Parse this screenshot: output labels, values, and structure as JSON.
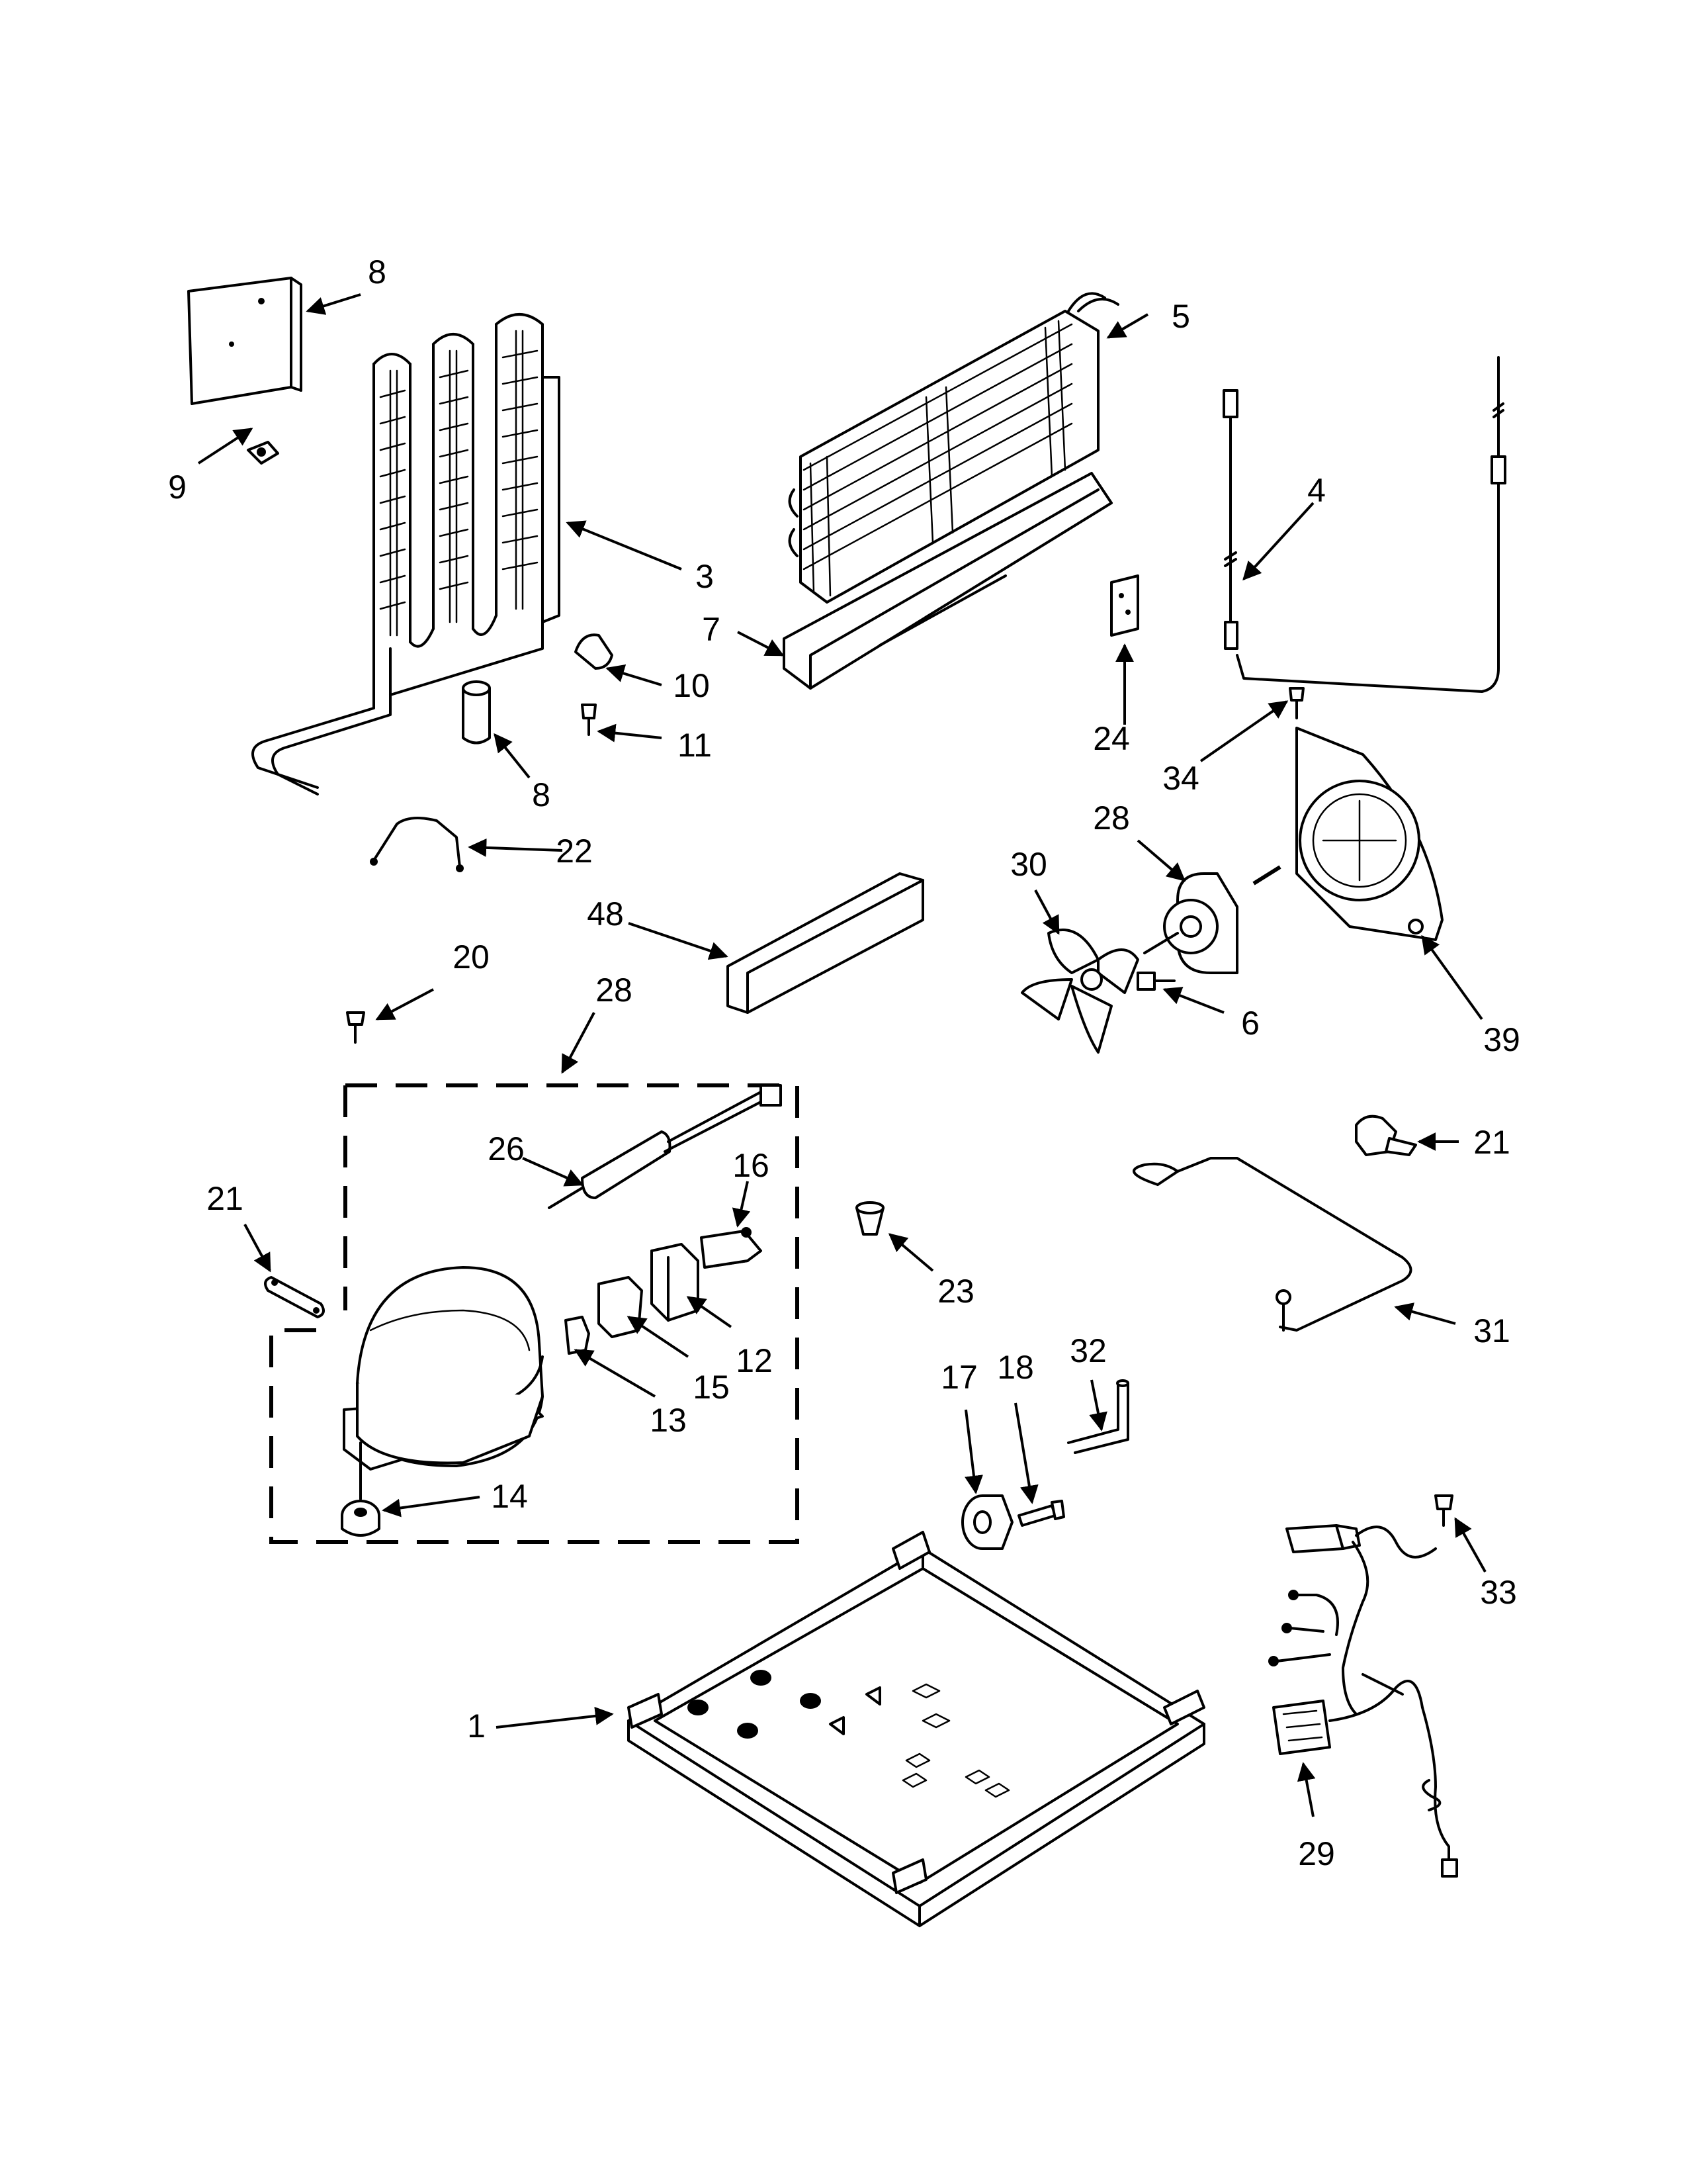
{
  "labels": {
    "l8a": "8",
    "l9": "9",
    "l3": "3",
    "l10": "10",
    "l11": "11",
    "l8b": "8",
    "l22": "22",
    "l5": "5",
    "l7": "7",
    "l4": "4",
    "l24": "24",
    "l34": "34",
    "l28a": "28",
    "l30": "30",
    "l6": "6",
    "l39": "39",
    "l48": "48",
    "l20": "20",
    "l28b": "28",
    "l26": "26",
    "l16": "16",
    "l21a": "21",
    "l12": "12",
    "l15": "15",
    "l13": "13",
    "l14": "14",
    "l23": "23",
    "l21b": "21",
    "l31": "31",
    "l17": "17",
    "l18": "18",
    "l32": "32",
    "l33": "33",
    "l1": "1",
    "l29": "29"
  }
}
